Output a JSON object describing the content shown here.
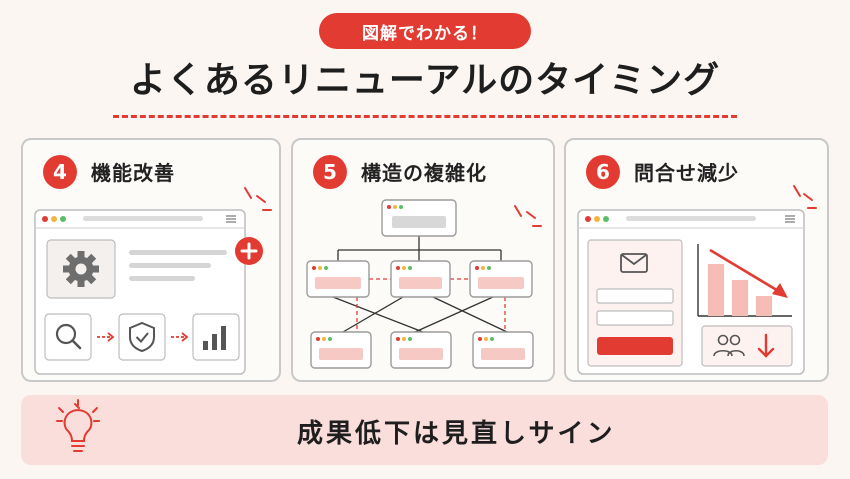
{
  "header": {
    "pill_label": "図解でわかる！",
    "title": "よくあるリニューアルのタイミング"
  },
  "cards": [
    {
      "number": "4",
      "title": "機能改善",
      "icons": [
        "browser-window-icon",
        "gear-icon",
        "plus-icon",
        "search-icon",
        "shield-check-icon",
        "bar-chart-icon"
      ]
    },
    {
      "number": "5",
      "title": "構造の複雑化",
      "icons": [
        "sitemap-icon"
      ]
    },
    {
      "number": "6",
      "title": "問合せ減少",
      "icons": [
        "browser-window-icon",
        "mail-icon",
        "declining-chart-icon",
        "users-icon",
        "down-arrow-icon"
      ]
    }
  ],
  "banner": {
    "text": "成果低下は見直しサイン",
    "icon": "light-bulb-icon"
  },
  "colors": {
    "accent": "#e23b32",
    "pale_accent": "#f9dedb",
    "border": "#c9c9c9",
    "background": "#fbf6f1"
  }
}
